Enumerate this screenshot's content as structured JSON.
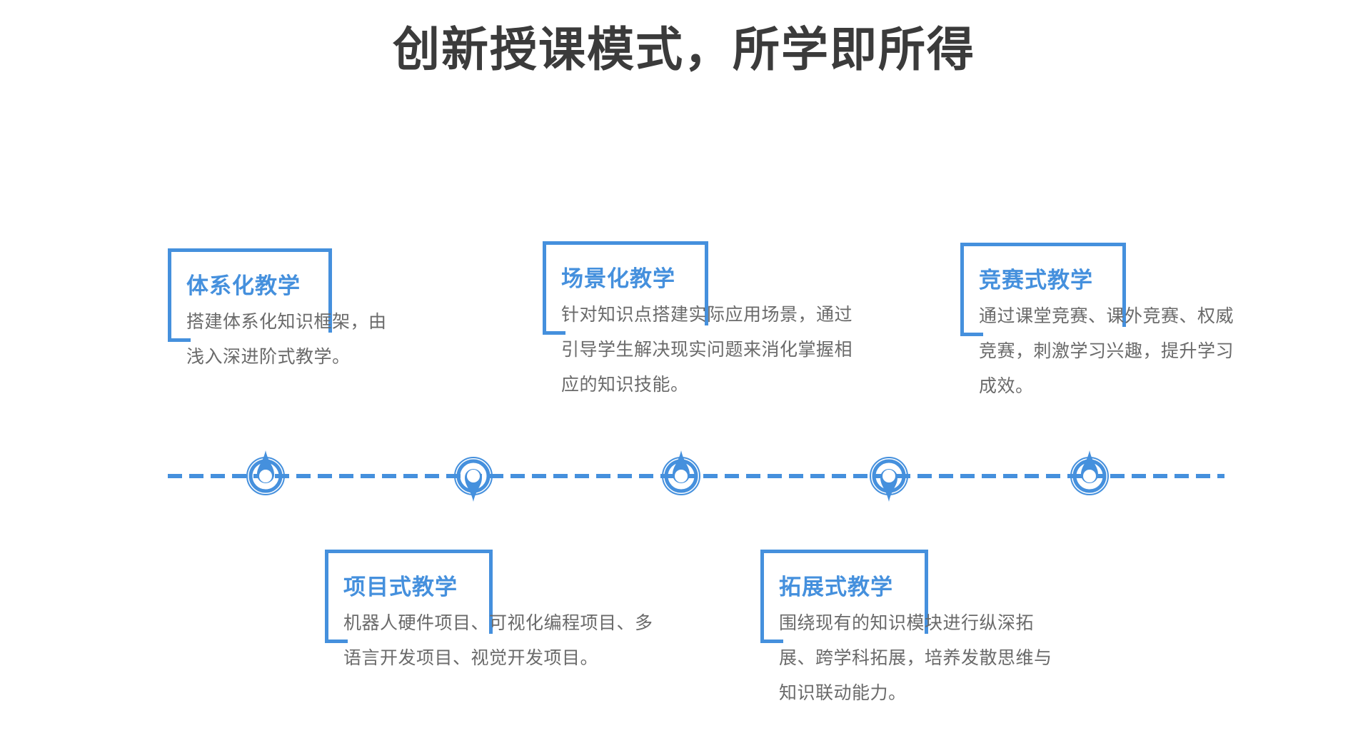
{
  "page": {
    "title": "创新授课模式，所学即所得",
    "background_color": "#ffffff",
    "accent_color": "#4590dd",
    "title_color": "#3b3b3b",
    "body_color": "#6a6a6a"
  },
  "timeline": {
    "orientation": "horizontal",
    "line_style": "dashed",
    "line_color": "#4590dd",
    "markers": [
      {
        "id": 1,
        "icon": "map-pin-up-icon",
        "direction": "up",
        "card": 1
      },
      {
        "id": 2,
        "icon": "map-pin-down-icon",
        "direction": "down",
        "card": 4
      },
      {
        "id": 3,
        "icon": "map-pin-up-icon",
        "direction": "up",
        "card": 2
      },
      {
        "id": 4,
        "icon": "map-pin-down-icon",
        "direction": "down",
        "card": 5
      },
      {
        "id": 5,
        "icon": "map-pin-up-icon",
        "direction": "up",
        "card": 3
      }
    ]
  },
  "cards": [
    {
      "id": 1,
      "position": "top",
      "title": "体系化教学",
      "body": "搭建体系化知识框架，由浅入深进阶式教学。"
    },
    {
      "id": 2,
      "position": "top",
      "title": "场景化教学",
      "body": "针对知识点搭建实际应用场景，通过引导学生解决现实问题来消化掌握相应的知识技能。"
    },
    {
      "id": 3,
      "position": "top",
      "title": "竞赛式教学",
      "body": "通过课堂竞赛、课外竞赛、权威竞赛，刺激学习兴趣，提升学习成效。"
    },
    {
      "id": 4,
      "position": "bottom",
      "title": "项目式教学",
      "body": "机器人硬件项目、可视化编程项目、多语言开发项目、视觉开发项目。"
    },
    {
      "id": 5,
      "position": "bottom",
      "title": "拓展式教学",
      "body": "围绕现有的知识模块进行纵深拓展、跨学科拓展，培养发散思维与知识联动能力。"
    }
  ]
}
